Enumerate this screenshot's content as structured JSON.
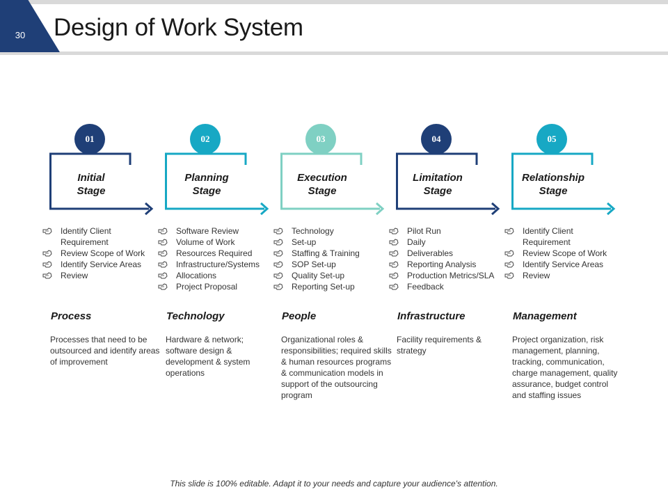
{
  "slide": {
    "number": "30",
    "title": "Design of Work System",
    "footer": "This slide is 100% editable. Adapt it to your needs and capture your audience's attention."
  },
  "colors": {
    "navy": "#1f3f77",
    "teal": "#17a8c4",
    "mint": "#7fd0c3",
    "header_gray": "#d9d9d9"
  },
  "bullet_icon": "pointing-hand-icon",
  "stages": [
    {
      "number": "01",
      "name_line1": "Initial",
      "name_line2": "Stage",
      "color": "#1f3f77",
      "bullets": [
        "Identify Client",
        "Requirement",
        "Review Scope of Work",
        "Identify Service Areas",
        "Review"
      ],
      "bullet_icons": [
        true,
        false,
        true,
        true,
        true
      ],
      "category": "Process",
      "description": "Processes that need to be outsourced and identify areas of improvement"
    },
    {
      "number": "02",
      "name_line1": "Planning",
      "name_line2": "Stage",
      "color": "#17a8c4",
      "bullets": [
        "Software Review",
        "Volume of Work",
        "Resources Required",
        "Infrastructure/Systems",
        "Allocations",
        "Project Proposal"
      ],
      "bullet_icons": [
        true,
        true,
        true,
        true,
        true,
        true
      ],
      "category": "Technology",
      "description": "Hardware & network; software design & development & system operations"
    },
    {
      "number": "03",
      "name_line1": "Execution",
      "name_line2": "Stage",
      "color": "#7fd0c3",
      "bullets": [
        "Technology",
        "Set-up",
        "Staffing & Training",
        "SOP Set-up",
        "Quality Set-up",
        "Reporting Set-up"
      ],
      "bullet_icons": [
        true,
        true,
        true,
        true,
        true,
        true
      ],
      "category": "People",
      "description": "Organizational roles & responsibilities; required skills & human resources programs & communication models in support of the outsourcing program"
    },
    {
      "number": "04",
      "name_line1": "Limitation",
      "name_line2": "Stage",
      "color": "#1f3f77",
      "bullets": [
        "Pilot Run",
        "Daily",
        "Deliverables",
        "Reporting Analysis",
        "Production Metrics/SLA",
        "Feedback"
      ],
      "bullet_icons": [
        true,
        true,
        true,
        true,
        true,
        true
      ],
      "category": "Infrastructure",
      "description": "Facility requirements & strategy"
    },
    {
      "number": "05",
      "name_line1": "Relationship",
      "name_line2": "Stage",
      "color": "#17a8c4",
      "bullets": [
        "Identify Client",
        "Requirement",
        "Review Scope of Work",
        "Identify Service Areas",
        "Review"
      ],
      "bullet_icons": [
        true,
        false,
        true,
        true,
        true
      ],
      "category": "Management",
      "description": "Project organization, risk management, planning, tracking, communication, charge management, quality assurance, budget control and staffing issues"
    }
  ]
}
